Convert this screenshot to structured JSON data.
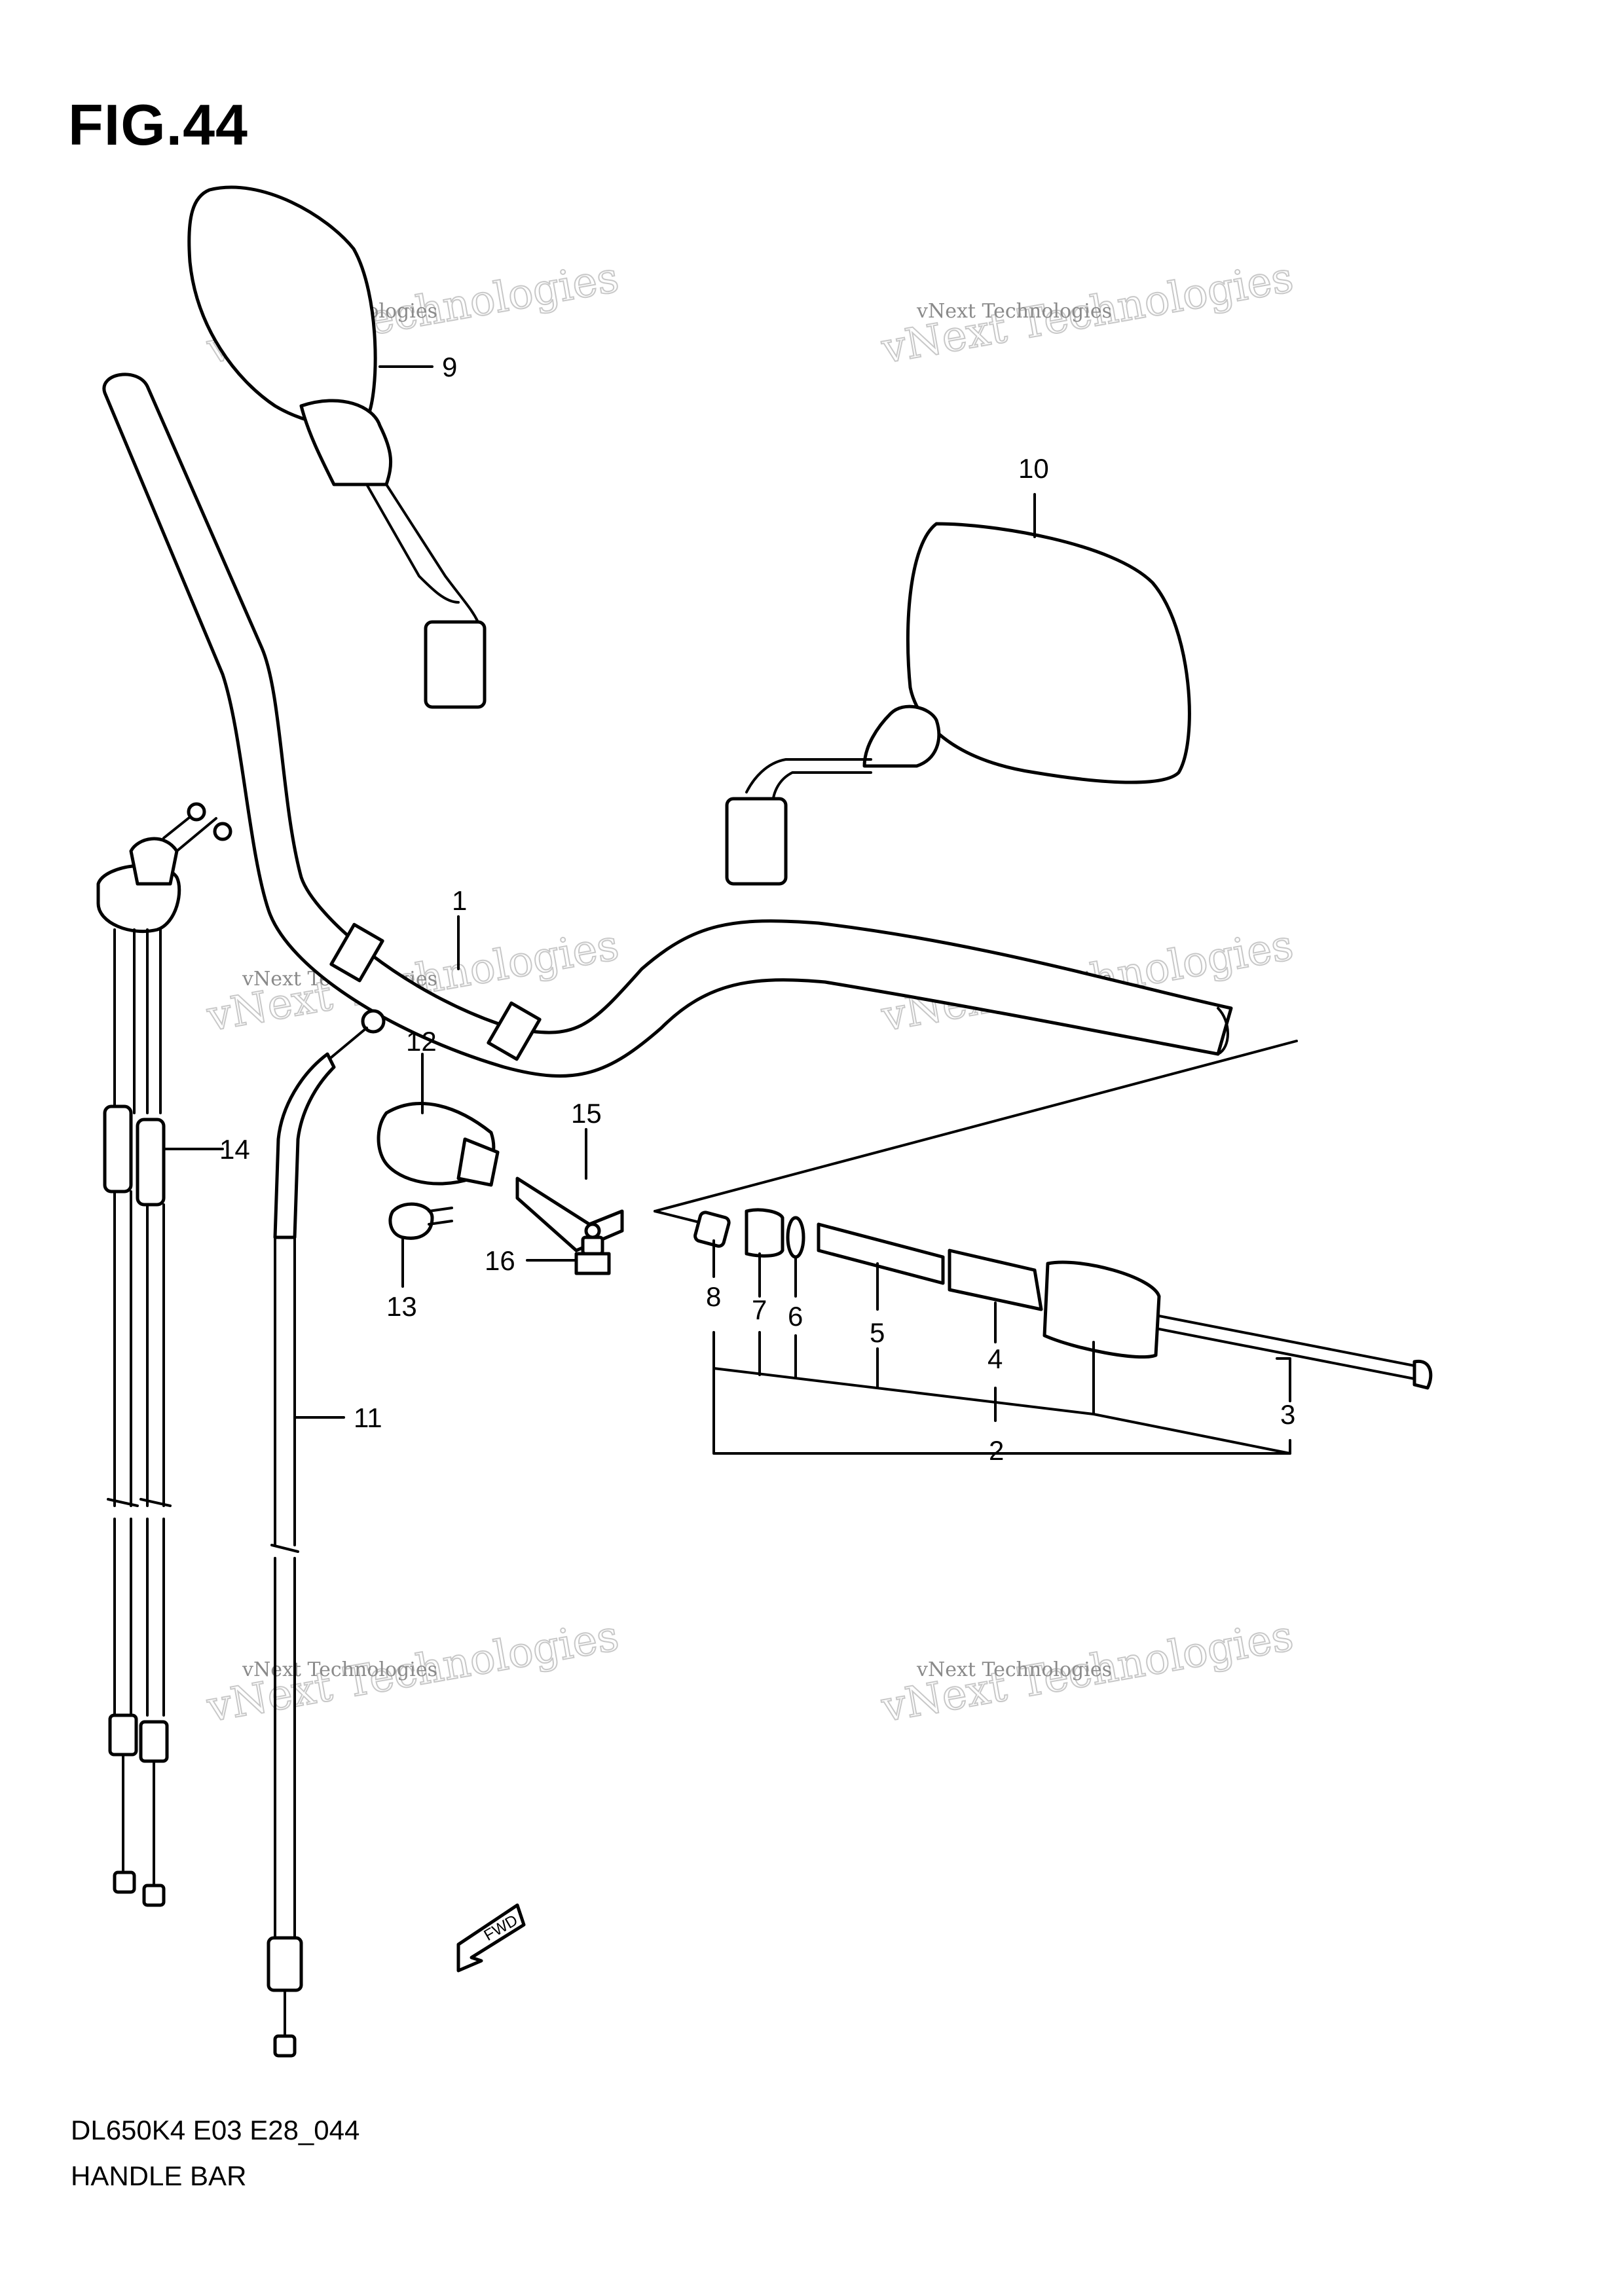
{
  "figure": {
    "title": "FIG.44"
  },
  "footer": {
    "code": "DL650K4 E03 E28_044",
    "name": "HANDLE BAR"
  },
  "watermark": {
    "line1": "vNext Technologies",
    "line2": "vNext Technologies"
  },
  "fwd_label": "FWD",
  "callouts": [
    {
      "id": "callout-1",
      "label": "1"
    },
    {
      "id": "callout-2",
      "label": "2"
    },
    {
      "id": "callout-3",
      "label": "3"
    },
    {
      "id": "callout-4",
      "label": "4"
    },
    {
      "id": "callout-5",
      "label": "5"
    },
    {
      "id": "callout-6",
      "label": "6"
    },
    {
      "id": "callout-7",
      "label": "7"
    },
    {
      "id": "callout-8",
      "label": "8"
    },
    {
      "id": "callout-9",
      "label": "9"
    },
    {
      "id": "callout-10",
      "label": "10"
    },
    {
      "id": "callout-11",
      "label": "11"
    },
    {
      "id": "callout-12",
      "label": "12"
    },
    {
      "id": "callout-13",
      "label": "13"
    },
    {
      "id": "callout-14",
      "label": "14"
    },
    {
      "id": "callout-15",
      "label": "15"
    },
    {
      "id": "callout-16",
      "label": "16"
    }
  ]
}
